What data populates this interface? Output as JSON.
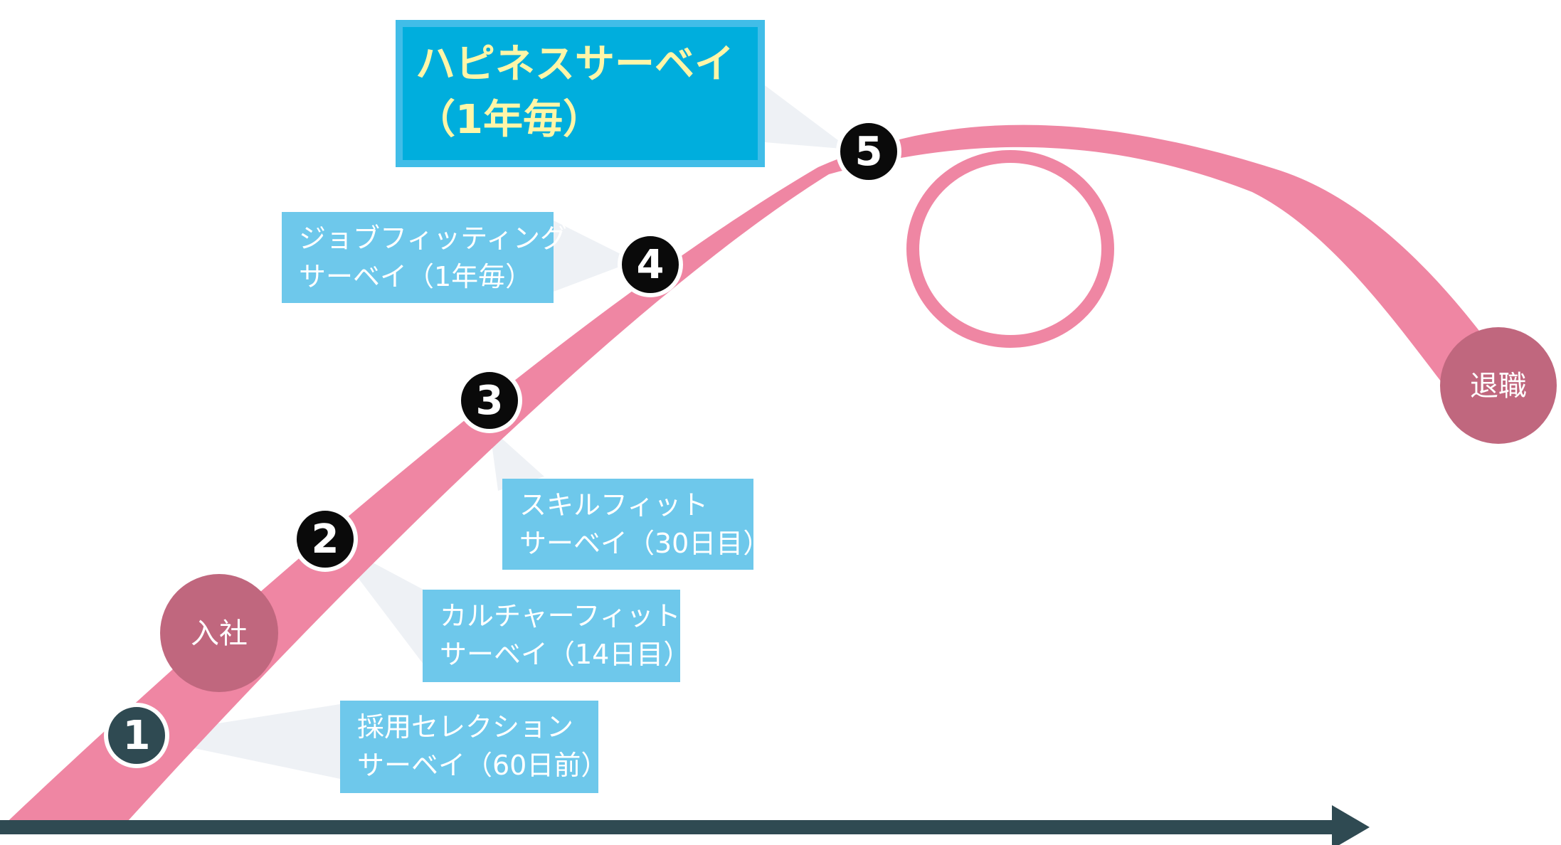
{
  "diagram": {
    "start_label": "入社",
    "end_label": "退職",
    "steps": [
      {
        "number": "1",
        "line1": "採用セレクション",
        "line2": "サーベイ（60日前）"
      },
      {
        "number": "2",
        "line1": "カルチャーフィット",
        "line2": "サーベイ（14日目）"
      },
      {
        "number": "3",
        "line1": "スキルフィット",
        "line2": "サーベイ（30日目）"
      },
      {
        "number": "4",
        "line1": "ジョブフィッティング",
        "line2": "サーベイ（1年毎）"
      },
      {
        "number": "5",
        "line1": "ハピネスサーベイ",
        "line2": "（1年毎）"
      }
    ],
    "colors": {
      "curve": "#ef86a3",
      "milestone_circle": "#c0677e",
      "step_circle": "#0a0a0a",
      "first_step_circle": "#2f4a52",
      "label_box": "#6ec8eb",
      "highlight_box": "#00aedd",
      "highlight_text": "#fff6a8",
      "axis": "#2f4a52"
    }
  }
}
